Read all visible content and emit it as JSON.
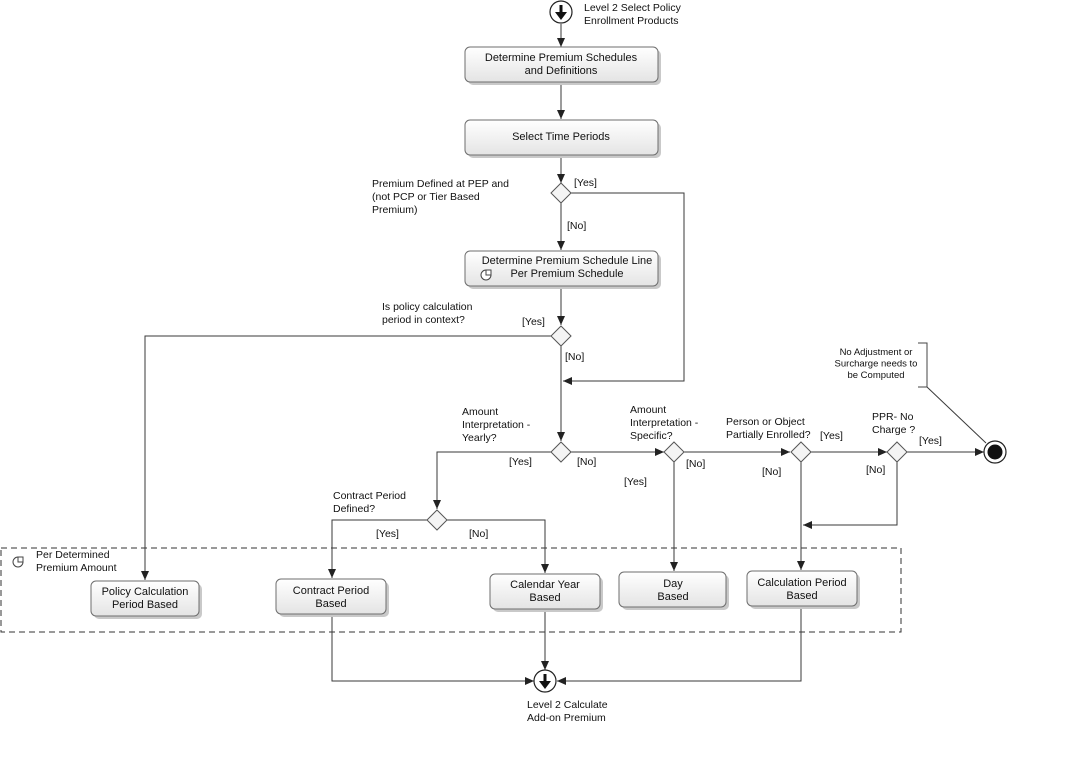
{
  "start_node": {
    "label": "Level 2 Select Policy\nEnrollment Products"
  },
  "end_node": {
    "label": "Level 2 Calculate\nAdd-on Premium"
  },
  "activities": {
    "determine_premium": "Determine Premium Schedules\nand Definitions",
    "select_time": "Select Time Periods",
    "determine_line": "Determine Premium Schedule Line\nPer Premium Schedule",
    "policy_calc": "Policy Calculation\nPeriod Based",
    "contract_period": "Contract Period\nBased",
    "calendar_year": "Calendar Year\nBased",
    "day_based": "Day\nBased",
    "calc_period": "Calculation Period\nBased"
  },
  "decisions": {
    "pep": "Premium Defined at PEP and\n(not PCP or Tier Based\nPremium)",
    "policy_calc_ctx": "Is policy calculation\nperiod in context?",
    "yearly": "Amount\nInterpretation -\nYearly?",
    "specific": "Amount\nInterpretation -\nSpecific?",
    "partial": "Person or Object\nPartially Enrolled?",
    "ppr": "PPR- No\nCharge ?",
    "contract_defined": "Contract Period\nDefined?"
  },
  "guards": {
    "pep_yes": "[Yes]",
    "pep_no": "[No]",
    "ctx_yes": "[Yes]",
    "ctx_no": "[No]",
    "yearly_yes": "[Yes]",
    "yearly_no": "[No]",
    "specific_yes": "[Yes]",
    "specific_no": "[No]",
    "partial_yes": "[Yes]",
    "partial_no": "[No]",
    "ppr_yes": "[Yes]",
    "ppr_no": "[No]",
    "contract_yes": "[Yes]",
    "contract_no": "[No]"
  },
  "region": {
    "label": "Per Determined\nPremium Amount"
  },
  "note": {
    "text": "No Adjustment or\nSurcharge needs to\nbe Computed"
  }
}
